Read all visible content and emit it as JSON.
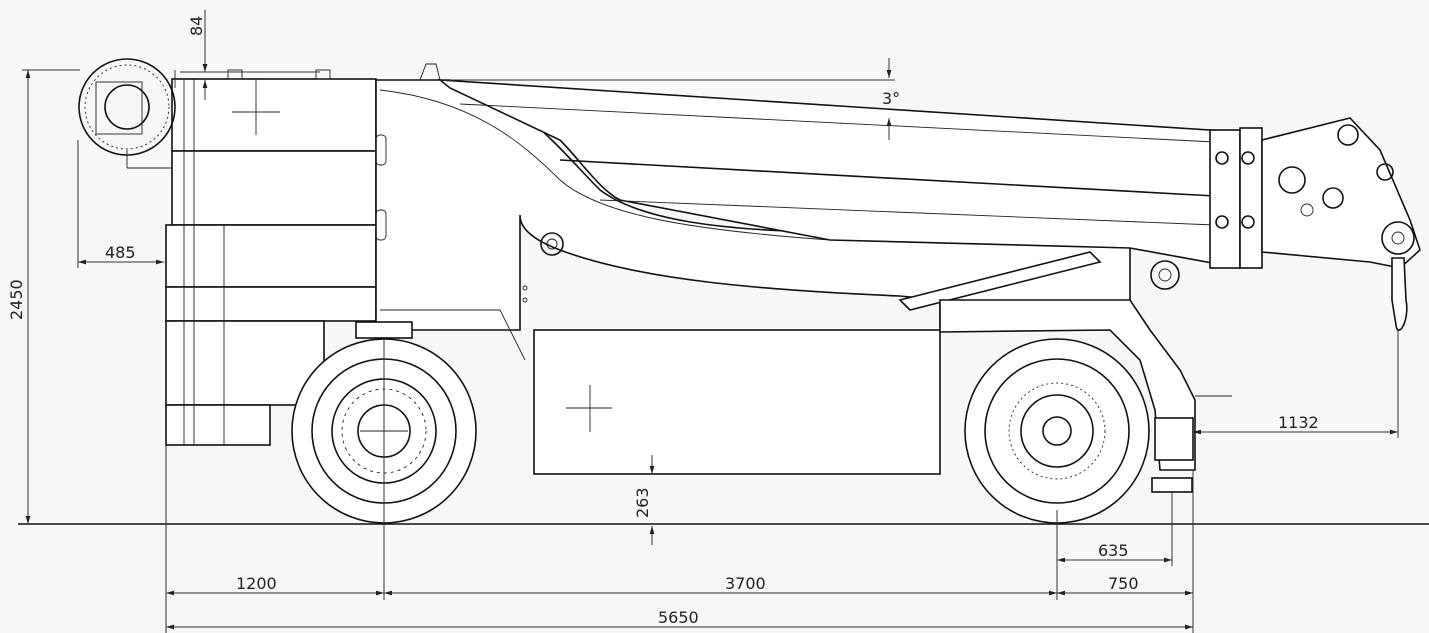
{
  "dimensions": {
    "top_offset": "84",
    "boom_angle": "3°",
    "rear_overhang_top": "485",
    "overall_height": "2450",
    "hook_reach": "1132",
    "ground_clearance": "263",
    "front_axle_to_support": "635",
    "rear_to_axle": "1200",
    "wheelbase": "3700",
    "front_overhang": "750",
    "overall_length": "5650"
  }
}
